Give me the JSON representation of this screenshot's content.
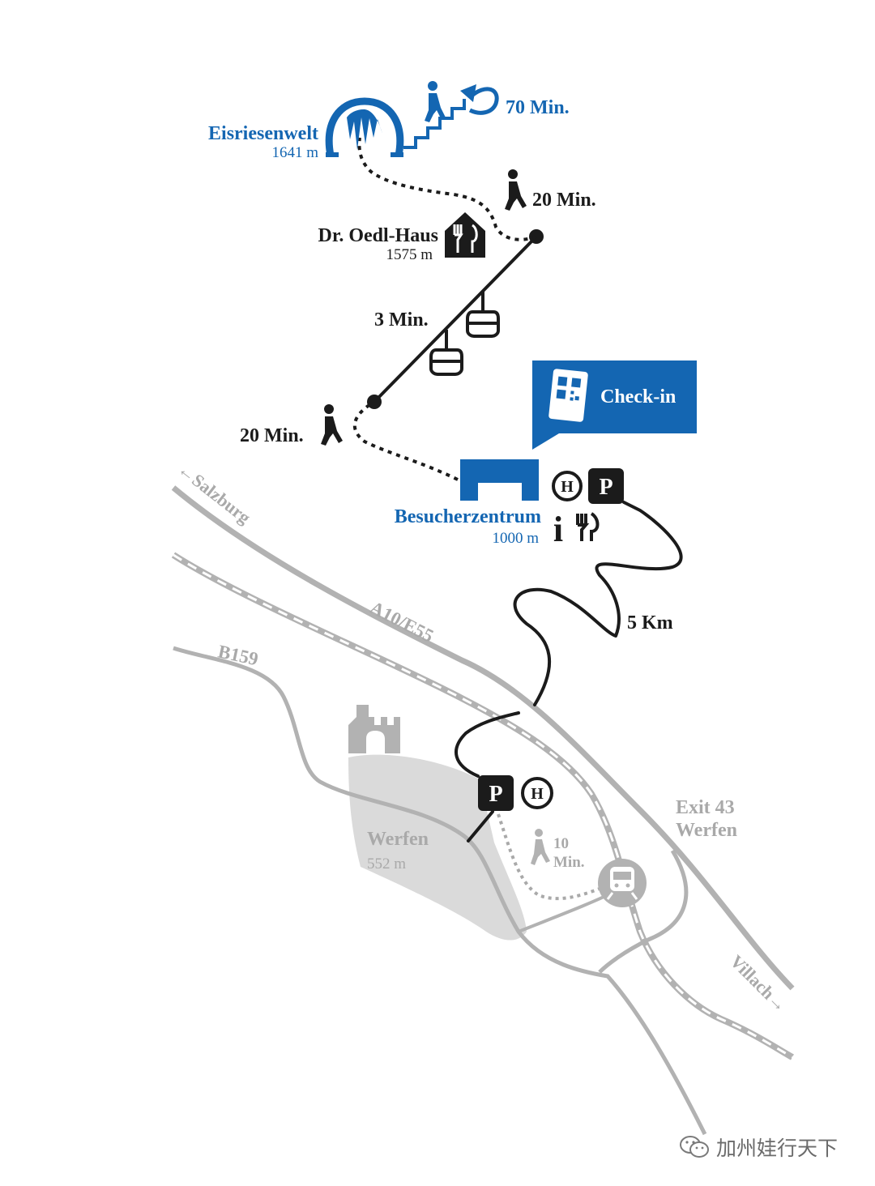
{
  "colors": {
    "blue": "#1466b2",
    "dark": "#1b1b1b",
    "grey": "#a9a9a9",
    "light_grey": "#dadada"
  },
  "places": {
    "eisriesenwelt": {
      "name": "Eisriesenwelt",
      "elevation": "1641 m"
    },
    "oedl_haus": {
      "name": "Dr. Oedl-Haus",
      "elevation": "1575 m"
    },
    "besucherzentrum": {
      "name": "Besucherzentrum",
      "elevation": "1000 m"
    },
    "werfen": {
      "name": "Werfen",
      "elevation": "552 m"
    },
    "exit": {
      "line1": "Exit 43",
      "line2": "Werfen"
    }
  },
  "durations": {
    "cave_tour": "70 Min.",
    "walk_upper": "20 Min.",
    "cable_car": "3 Min.",
    "walk_lower": "20 Min.",
    "drive": "5 Km",
    "station_walk_num": "10",
    "station_walk_unit": "Min."
  },
  "roads": {
    "motorway": "A10/E55",
    "federal": "B159",
    "to_salzburg": "←Salzburg",
    "to_villach": "Villach→"
  },
  "checkin": {
    "label": "Check-in"
  },
  "symbols": {
    "parking": "P",
    "bus": "H",
    "info": "i"
  },
  "icons": [
    "cave-entrance-icon",
    "stairs-icon",
    "hiker-icon",
    "return-arrow-icon",
    "restaurant-icon",
    "cable-car-gondola-icon",
    "qr-ticket-icon",
    "visitor-center-icon",
    "bus-stop-icon",
    "parking-icon",
    "info-icon",
    "castle-icon",
    "train-station-icon",
    "wechat-icon"
  ],
  "watermark": {
    "text": "加州娃行天下"
  }
}
